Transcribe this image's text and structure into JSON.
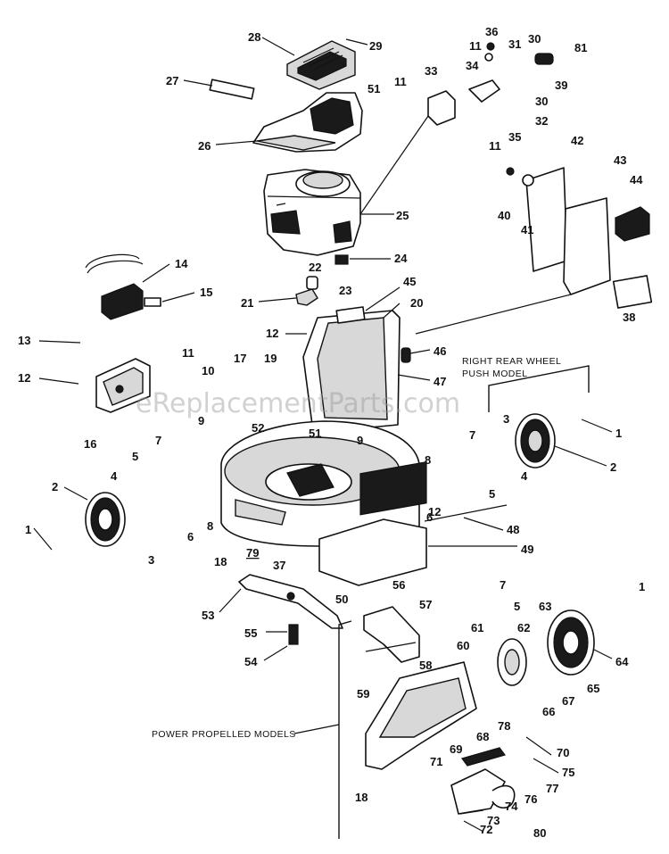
{
  "watermark": "eReplacementParts.com",
  "notes": {
    "right_rear_line1": "RIGHT REAR WHEEL",
    "right_rear_line2": "PUSH MODEL",
    "power_propelled": "POWER PROPELLED MODELS"
  },
  "callouts": {
    "c1a": "1",
    "c1b": "1",
    "c1c": "1",
    "c2a": "2",
    "c2b": "2",
    "c3a": "3",
    "c3b": "3",
    "c4a": "4",
    "c4b": "4",
    "c5a": "5",
    "c5b": "5",
    "c5c": "5",
    "c6a": "6",
    "c6b": "6",
    "c7a": "7",
    "c7b": "7",
    "c7c": "7",
    "c8a": "8",
    "c8b": "8",
    "c9a": "9",
    "c9b": "9",
    "c10": "10",
    "c11a": "11",
    "c11b": "11",
    "c11c": "11",
    "c11d": "11",
    "c12a": "12",
    "c12b": "12",
    "c12c": "12",
    "c13": "13",
    "c14": "14",
    "c15": "15",
    "c16": "16",
    "c17": "17",
    "c18a": "18",
    "c18b": "18",
    "c19": "19",
    "c20": "20",
    "c21": "21",
    "c22": "22",
    "c23": "23",
    "c24": "24",
    "c25": "25",
    "c26": "26",
    "c27": "27",
    "c28": "28",
    "c29": "29",
    "c30a": "30",
    "c30b": "30",
    "c31": "31",
    "c32": "32",
    "c33": "33",
    "c34": "34",
    "c35": "35",
    "c36": "36",
    "c37": "37",
    "c38": "38",
    "c39": "39",
    "c40": "40",
    "c41": "41",
    "c42": "42",
    "c43": "43",
    "c44": "44",
    "c45": "45",
    "c46": "46",
    "c47": "47",
    "c48": "48",
    "c49": "49",
    "c50": "50",
    "c51a": "51",
    "c51b": "51",
    "c52": "52",
    "c53": "53",
    "c54": "54",
    "c55": "55",
    "c56": "56",
    "c57": "57",
    "c58": "58",
    "c59": "59",
    "c60": "60",
    "c61": "61",
    "c62": "62",
    "c63": "63",
    "c64": "64",
    "c65": "65",
    "c66": "66",
    "c67": "67",
    "c68": "68",
    "c69": "69",
    "c70": "70",
    "c71": "71",
    "c72": "72",
    "c73": "73",
    "c74": "74",
    "c75": "75",
    "c76": "76",
    "c77": "77",
    "c78": "78",
    "c79": "79",
    "c80": "80",
    "c81": "81"
  }
}
